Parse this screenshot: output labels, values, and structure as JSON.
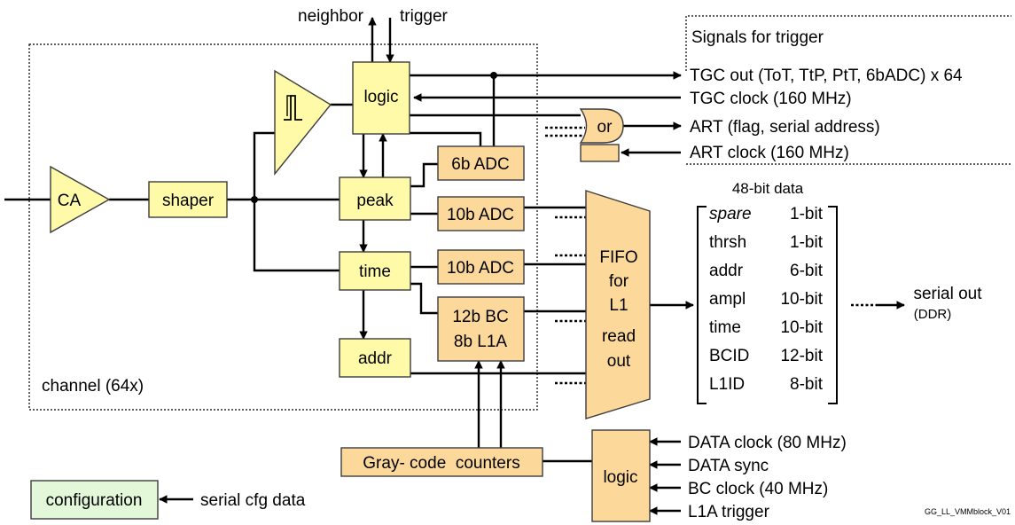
{
  "top_inputs": {
    "neighbor": "neighbor",
    "trigger": "trigger"
  },
  "channel": {
    "label": "channel (64x)"
  },
  "blocks": {
    "ca": "CA",
    "shaper": "shaper",
    "logic_top": "logic",
    "peak": "peak",
    "time": "time",
    "addr": "addr",
    "adc6": "6b ADC",
    "adc10_peak": "10b ADC",
    "adc10_time": "10b ADC",
    "bc_line1": "12b BC",
    "bc_line2": "8b L1A",
    "or_gate": "or",
    "fifo": [
      "FIFO",
      "for",
      "L1",
      "read",
      "out"
    ],
    "gray": "Gray- code  counters",
    "logic_bottom": "logic",
    "configuration": "configuration"
  },
  "trigger_signals": {
    "title": "Signals for trigger",
    "tgc_out": "TGC out (ToT, TtP, PtT, 6bADC) x 64",
    "tgc_clock": "TGC clock (160 MHz)",
    "art": "ART (flag, serial address)",
    "art_clock": "ART clock (160 MHz)"
  },
  "data_word": {
    "title": "48-bit data",
    "fields": [
      {
        "name": "spare",
        "bits": "1-bit",
        "italic": true
      },
      {
        "name": "thrsh",
        "bits": "1-bit"
      },
      {
        "name": "addr",
        "bits": "6-bit"
      },
      {
        "name": "ampl",
        "bits": "10-bit"
      },
      {
        "name": "time",
        "bits": "10-bit"
      },
      {
        "name": "BCID",
        "bits": "12-bit"
      },
      {
        "name": "L1ID",
        "bits": "8-bit"
      }
    ]
  },
  "serial_out": {
    "line1": "serial out",
    "line2": "(DDR)"
  },
  "bottom_inputs": {
    "data_clock": "DATA clock (80 MHz)",
    "data_sync": "DATA sync",
    "bc_clock": "BC clock (40 MHz)",
    "l1a_trigger": "L1A trigger"
  },
  "config_input": "serial cfg data",
  "footer_id": "GG_LL_VMMblock_V01"
}
